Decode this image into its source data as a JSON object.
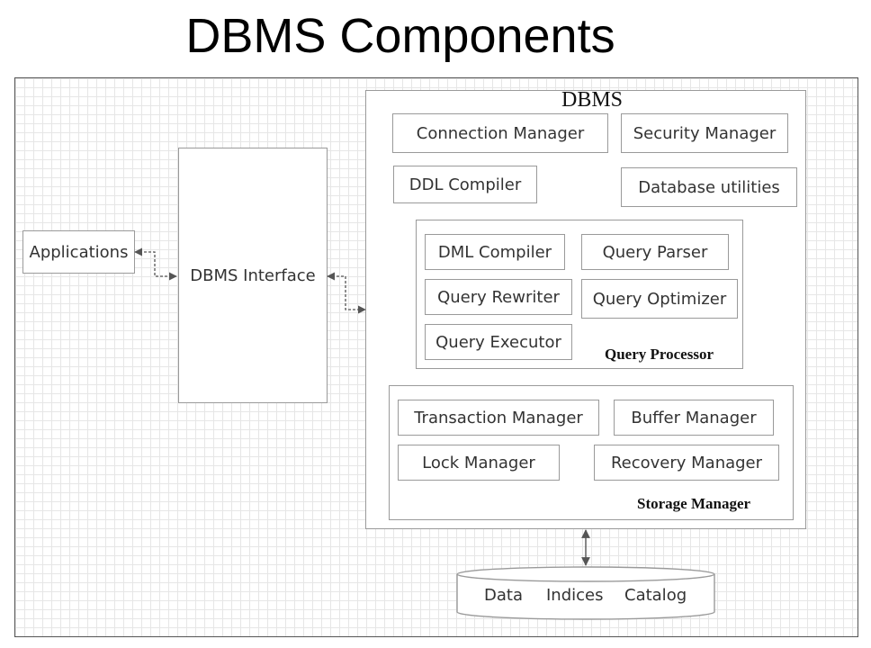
{
  "title": "DBMS Components",
  "diagram": {
    "applications": "Applications",
    "interface": "DBMS Interface",
    "dbms": {
      "label": "DBMS",
      "connection_manager": "Connection Manager",
      "security_manager": "Security Manager",
      "ddl_compiler": "DDL Compiler",
      "database_utilities": "Database utilities",
      "query_processor": {
        "label": "Query Processor",
        "dml_compiler": "DML Compiler",
        "query_parser": "Query Parser",
        "query_rewriter": "Query Rewriter",
        "query_optimizer": "Query Optimizer",
        "query_executor": "Query Executor"
      },
      "storage_manager": {
        "label": "Storage Manager",
        "transaction_manager": "Transaction Manager",
        "buffer_manager": "Buffer Manager",
        "lock_manager": "Lock Manager",
        "recovery_manager": "Recovery Manager"
      }
    },
    "storage": {
      "data": "Data",
      "indices": "Indices",
      "catalog": "Catalog"
    }
  }
}
